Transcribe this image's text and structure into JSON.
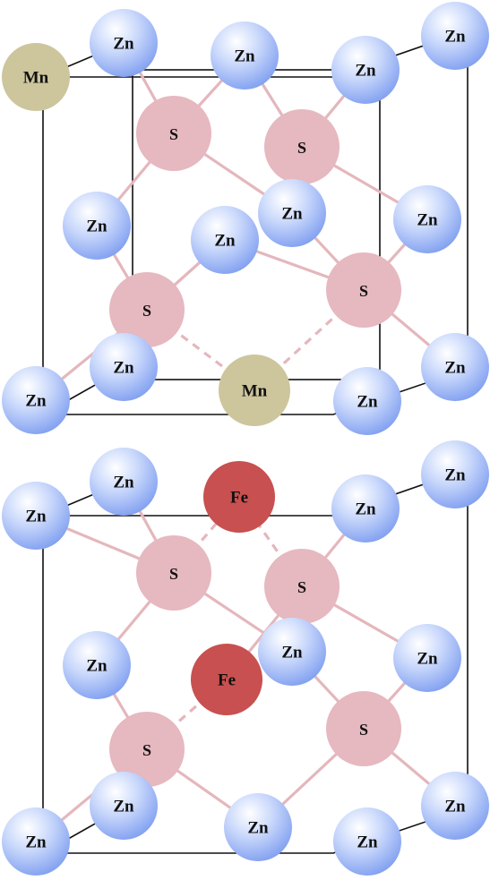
{
  "colors": {
    "background": "#ffffff",
    "cell_edge": "#111111",
    "bond": "#e4b7bd",
    "Zn_light": "#ffffff",
    "Zn_mid": "#c7d7fb",
    "Zn_dark": "#7d9cf0",
    "S": "#e6b8c0",
    "Mn": "#cdc59c",
    "Fe": "#c85050"
  },
  "structures": [
    {
      "id": "mn-doped",
      "atoms": [
        {
          "name": "atom-zn-1",
          "label": "Zn",
          "kind": "Zn"
        },
        {
          "name": "atom-zn-2",
          "label": "Zn",
          "kind": "Zn"
        },
        {
          "name": "atom-zn-3",
          "label": "Zn",
          "kind": "Zn"
        },
        {
          "name": "atom-zn-4",
          "label": "Zn",
          "kind": "Zn"
        },
        {
          "name": "atom-mn-1",
          "label": "Mn",
          "kind": "Mn"
        },
        {
          "name": "atom-s-1",
          "label": "S",
          "kind": "S"
        },
        {
          "name": "atom-s-2",
          "label": "S",
          "kind": "S"
        },
        {
          "name": "atom-zn-5",
          "label": "Zn",
          "kind": "Zn"
        },
        {
          "name": "atom-zn-6",
          "label": "Zn",
          "kind": "Zn"
        },
        {
          "name": "atom-zn-7",
          "label": "Zn",
          "kind": "Zn"
        },
        {
          "name": "atom-zn-8",
          "label": "Zn",
          "kind": "Zn"
        },
        {
          "name": "atom-s-3",
          "label": "S",
          "kind": "S"
        },
        {
          "name": "atom-s-4",
          "label": "S",
          "kind": "S"
        },
        {
          "name": "atom-zn-9",
          "label": "Zn",
          "kind": "Zn"
        },
        {
          "name": "atom-zn-10",
          "label": "Zn",
          "kind": "Zn"
        },
        {
          "name": "atom-zn-11",
          "label": "Zn",
          "kind": "Zn"
        },
        {
          "name": "atom-zn-12",
          "label": "Zn",
          "kind": "Zn"
        },
        {
          "name": "atom-mn-2",
          "label": "Mn",
          "kind": "Mn"
        }
      ]
    },
    {
      "id": "fe-doped",
      "atoms": [
        {
          "name": "atom-zn-1",
          "label": "Zn",
          "kind": "Zn"
        },
        {
          "name": "atom-zn-2",
          "label": "Zn",
          "kind": "Zn"
        },
        {
          "name": "atom-zn-3",
          "label": "Zn",
          "kind": "Zn"
        },
        {
          "name": "atom-zn-4",
          "label": "Zn",
          "kind": "Zn"
        },
        {
          "name": "atom-fe-1",
          "label": "Fe",
          "kind": "Fe"
        },
        {
          "name": "atom-s-1",
          "label": "S",
          "kind": "S"
        },
        {
          "name": "atom-s-2",
          "label": "S",
          "kind": "S"
        },
        {
          "name": "atom-zn-5",
          "label": "Zn",
          "kind": "Zn"
        },
        {
          "name": "atom-zn-6",
          "label": "Zn",
          "kind": "Zn"
        },
        {
          "name": "atom-zn-7",
          "label": "Zn",
          "kind": "Zn"
        },
        {
          "name": "atom-fe-2",
          "label": "Fe",
          "kind": "Fe"
        },
        {
          "name": "atom-s-3",
          "label": "S",
          "kind": "S"
        },
        {
          "name": "atom-s-4",
          "label": "S",
          "kind": "S"
        },
        {
          "name": "atom-zn-8",
          "label": "Zn",
          "kind": "Zn"
        },
        {
          "name": "atom-zn-9",
          "label": "Zn",
          "kind": "Zn"
        },
        {
          "name": "atom-zn-10",
          "label": "Zn",
          "kind": "Zn"
        },
        {
          "name": "atom-zn-11",
          "label": "Zn",
          "kind": "Zn"
        },
        {
          "name": "atom-zn-12",
          "label": "Zn",
          "kind": "Zn"
        }
      ]
    }
  ]
}
